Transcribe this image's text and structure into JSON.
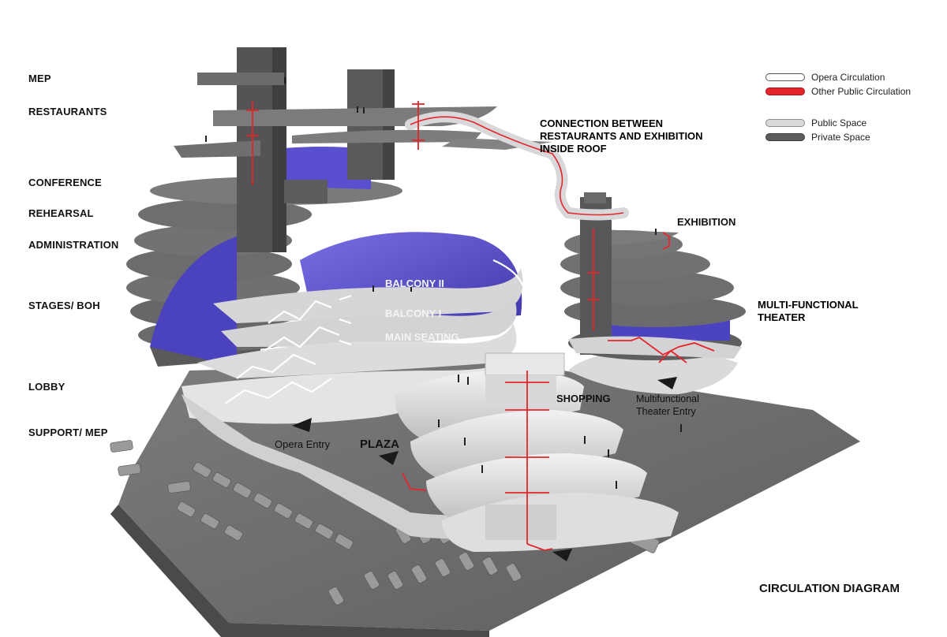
{
  "levels": [
    "MEP",
    "RESTAURANTS",
    "CONFERENCE",
    "REHEARSAL",
    "ADMINISTRATION",
    "STAGES/ BOH",
    "LOBBY",
    "SUPPORT/ MEP"
  ],
  "callouts": {
    "connection": "CONNECTION BETWEEN\nRESTAURANTS AND EXHIBITION\nINSIDE ROOF",
    "exhibition": "EXHIBITION",
    "multi_theater": "MULTI-FUNCTIONAL\nTHEATER",
    "balcony_ii": "BALCONY II",
    "balcony_i": "BALCONY I",
    "main_seating": "MAIN SEATING",
    "shopping": "SHOPPING",
    "theater_entry": "Multifunctional\nTheater Entry",
    "opera_entry": "Opera Entry",
    "plaza": "PLAZA"
  },
  "legend": [
    {
      "label": "Opera Circulation",
      "fill": "#ffffff",
      "stroke": "#555555"
    },
    {
      "label": "Other Public Circulation",
      "fill": "#e3262b",
      "stroke": "#b01015"
    },
    {
      "label": "Public Space",
      "fill": "#d9d9d9",
      "stroke": "#8a8a8a"
    },
    {
      "label": "Private Space",
      "fill": "#5c5c5c",
      "stroke": "#3a3a3a"
    }
  ],
  "title": "CIRCULATION DIAGRAM",
  "colors": {
    "private": "#5f5f61",
    "private_dark": "#48484a",
    "public": "#e6e6e6",
    "public_shade": "#c9c9cb",
    "purple": "#5a4fd0",
    "red": "#e3262b",
    "ground": "#6f6f71"
  }
}
